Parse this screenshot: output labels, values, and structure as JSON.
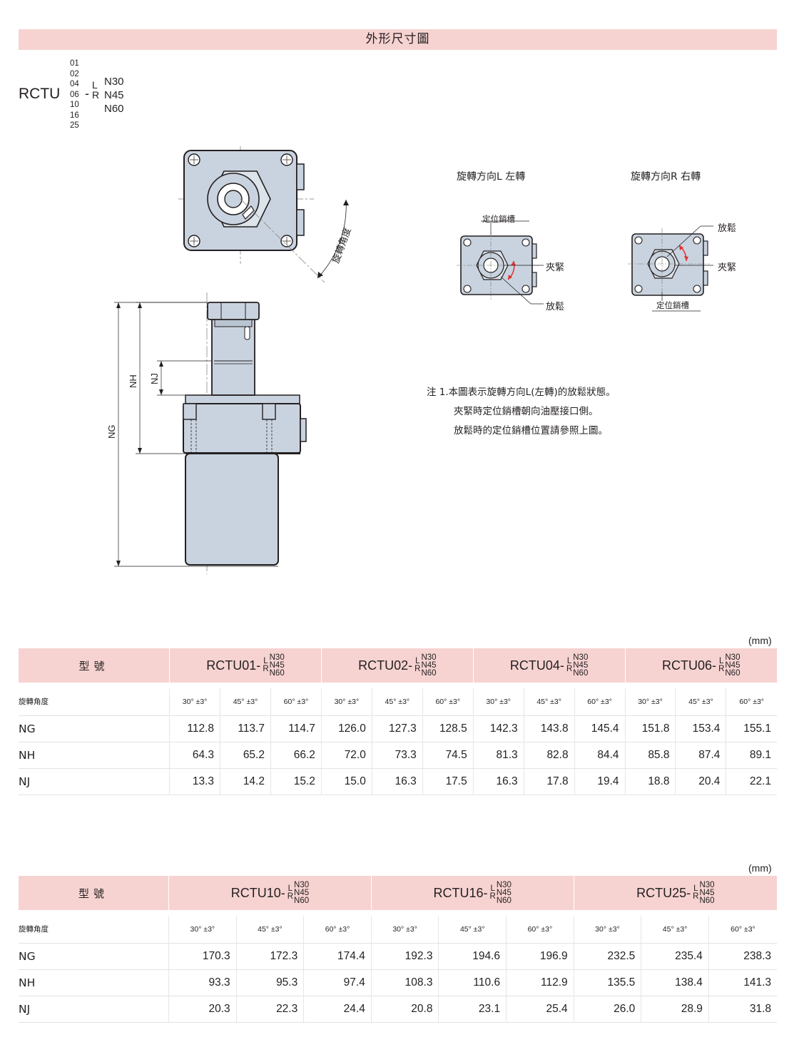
{
  "header": {
    "title": "外形尺寸圖"
  },
  "model_code": {
    "base": "RCTU",
    "sizes": [
      "01",
      "02",
      "04",
      "06",
      "10",
      "16",
      "25"
    ],
    "dash": "-",
    "directions": [
      "L",
      "R"
    ],
    "angles": [
      "N30",
      "N45",
      "N60"
    ]
  },
  "drawing": {
    "rotation_angle_label": "旋轉角度",
    "dimensions": {
      "ng": "NG",
      "nh": "NH",
      "nj": "NJ"
    }
  },
  "rotation_left": {
    "title": "旋轉方向L 左轉",
    "pin_slot": "定位銷槽",
    "clamp": "夾緊",
    "release": "放鬆"
  },
  "rotation_right": {
    "title": "旋轉方向R 右轉",
    "pin_slot": "定位銷槽",
    "clamp": "夾緊",
    "release": "放鬆"
  },
  "note": {
    "lines": [
      "注 1.本圖表示旋轉方向L(左轉)的放鬆狀態。",
      "夾緊時定位銷槽朝向油壓接口側。",
      "放鬆時的定位銷槽位置請參照上圖。"
    ]
  },
  "table1": {
    "unit": "(mm)",
    "model_label": "型號",
    "angle_label": "旋轉角度",
    "groups": [
      {
        "prefix": "RCTU01-",
        "lr": [
          "L",
          "R"
        ],
        "n": [
          "N30",
          "N45",
          "N60"
        ]
      },
      {
        "prefix": "RCTU02-",
        "lr": [
          "L",
          "R"
        ],
        "n": [
          "N30",
          "N45",
          "N60"
        ]
      },
      {
        "prefix": "RCTU04-",
        "lr": [
          "L",
          "R"
        ],
        "n": [
          "N30",
          "N45",
          "N60"
        ]
      },
      {
        "prefix": "RCTU06-",
        "lr": [
          "L",
          "R"
        ],
        "n": [
          "N30",
          "N45",
          "N60"
        ]
      }
    ],
    "angles": [
      "30° ±3°",
      "45° ±3°",
      "60° ±3°",
      "30° ±3°",
      "45° ±3°",
      "60° ±3°",
      "30° ±3°",
      "45° ±3°",
      "60° ±3°",
      "30° ±3°",
      "45° ±3°",
      "60° ±3°"
    ],
    "rows": [
      {
        "label": "NG",
        "values": [
          "112.8",
          "113.7",
          "114.7",
          "126.0",
          "127.3",
          "128.5",
          "142.3",
          "143.8",
          "145.4",
          "151.8",
          "153.4",
          "155.1"
        ]
      },
      {
        "label": "NH",
        "values": [
          "64.3",
          "65.2",
          "66.2",
          "72.0",
          "73.3",
          "74.5",
          "81.3",
          "82.8",
          "84.4",
          "85.8",
          "87.4",
          "89.1"
        ]
      },
      {
        "label": "NJ",
        "values": [
          "13.3",
          "14.2",
          "15.2",
          "15.0",
          "16.3",
          "17.5",
          "16.3",
          "17.8",
          "19.4",
          "18.8",
          "20.4",
          "22.1"
        ]
      }
    ]
  },
  "table2": {
    "unit": "(mm)",
    "model_label": "型號",
    "angle_label": "旋轉角度",
    "groups": [
      {
        "prefix": "RCTU10-",
        "lr": [
          "L",
          "R"
        ],
        "n": [
          "N30",
          "N45",
          "N60"
        ]
      },
      {
        "prefix": "RCTU16-",
        "lr": [
          "L",
          "R"
        ],
        "n": [
          "N30",
          "N45",
          "N60"
        ]
      },
      {
        "prefix": "RCTU25-",
        "lr": [
          "L",
          "R"
        ],
        "n": [
          "N30",
          "N45",
          "N60"
        ]
      }
    ],
    "angles": [
      "30° ±3°",
      "45° ±3°",
      "60° ±3°",
      "30° ±3°",
      "45° ±3°",
      "60° ±3°",
      "30° ±3°",
      "45° ±3°",
      "60° ±3°"
    ],
    "rows": [
      {
        "label": "NG",
        "values": [
          "170.3",
          "172.3",
          "174.4",
          "192.3",
          "194.6",
          "196.9",
          "232.5",
          "235.4",
          "238.3"
        ]
      },
      {
        "label": "NH",
        "values": [
          "93.3",
          "95.3",
          "97.4",
          "108.3",
          "110.6",
          "112.9",
          "135.5",
          "138.4",
          "141.3"
        ]
      },
      {
        "label": "NJ",
        "values": [
          "20.3",
          "22.3",
          "24.4",
          "20.8",
          "23.1",
          "25.4",
          "26.0",
          "28.9",
          "31.8"
        ]
      }
    ]
  },
  "colors": {
    "header_band": "#f6d3d1",
    "part_fill": "#c9d3df",
    "arrow": "#e03030",
    "text": "#231f20"
  }
}
